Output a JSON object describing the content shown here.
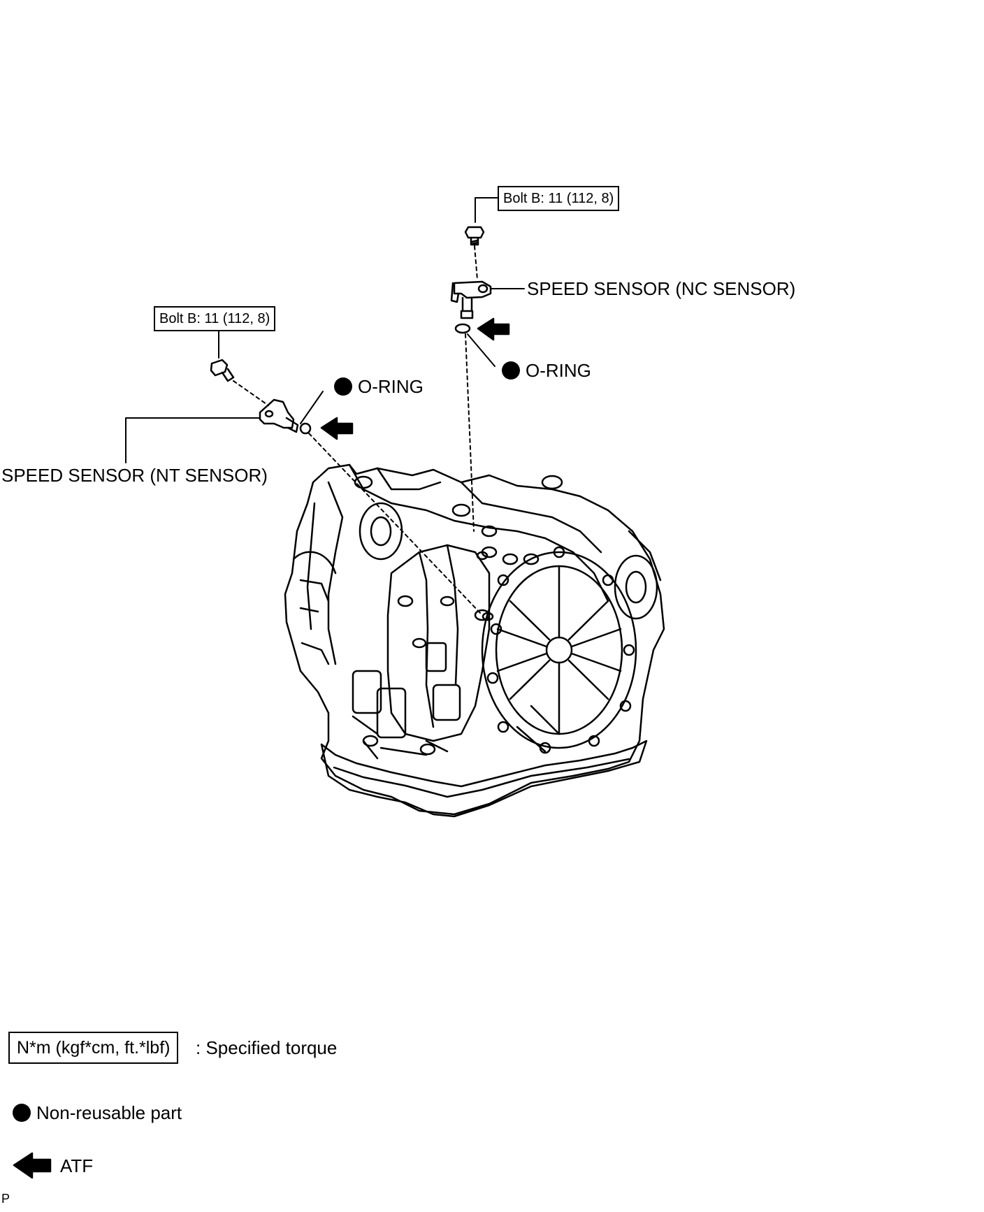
{
  "callouts": {
    "bolt_nc": "Bolt B: 11 (112, 8)",
    "bolt_nt": "Bolt B: 11 (112, 8)",
    "nc_sensor": "SPEED SENSOR (NC SENSOR)",
    "nt_sensor": "SPEED SENSOR (NT SENSOR)",
    "oring_nc": "O-RING",
    "oring_nt": "O-RING"
  },
  "legend": {
    "torque_box": "N*m (kgf*cm, ft.*lbf)",
    "torque_desc": ": Specified torque",
    "non_reusable": "Non-reusable part",
    "atf": "ATF"
  },
  "footer_mark": "P"
}
